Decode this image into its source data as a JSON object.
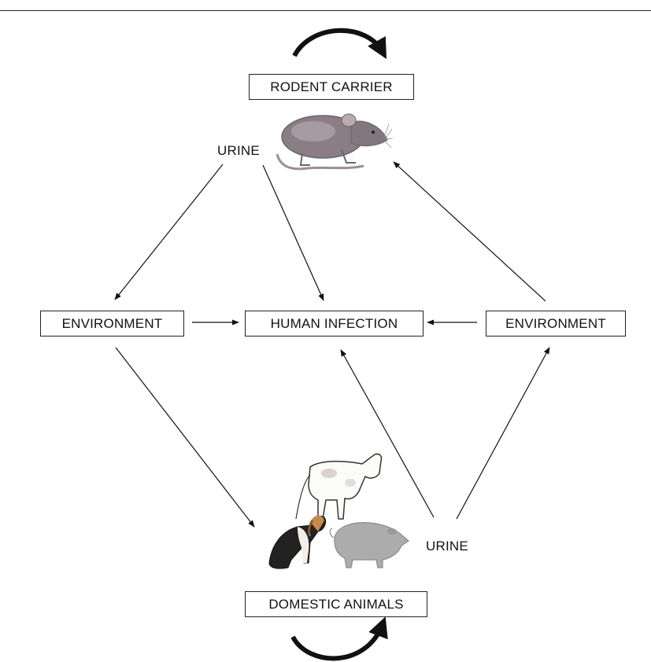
{
  "nodes": {
    "rodent_carrier": "RODENT CARRIER",
    "environment_left": "ENVIRONMENT",
    "human_infection": "HUMAN INFECTION",
    "environment_right": "ENVIRONMENT",
    "domestic_animals": "DOMESTIC ANIMALS"
  },
  "labels": {
    "urine_rodent": "URINE",
    "urine_domestic": "URINE"
  },
  "illustrations": [
    "rat",
    "cow",
    "dog",
    "pig"
  ],
  "edges": [
    {
      "from": "rodent_carrier",
      "to": "rodent_carrier",
      "style": "self-loop"
    },
    {
      "from": "urine_rodent",
      "to": "environment_left"
    },
    {
      "from": "urine_rodent",
      "to": "human_infection"
    },
    {
      "from": "environment_left",
      "to": "human_infection"
    },
    {
      "from": "environment_right",
      "to": "human_infection"
    },
    {
      "from": "environment_right",
      "to": "rodent_carrier"
    },
    {
      "from": "environment_left",
      "to": "domestic_animals"
    },
    {
      "from": "urine_domestic",
      "to": "human_infection"
    },
    {
      "from": "urine_domestic",
      "to": "environment_right"
    },
    {
      "from": "domestic_animals",
      "to": "domestic_animals",
      "style": "self-loop"
    }
  ]
}
